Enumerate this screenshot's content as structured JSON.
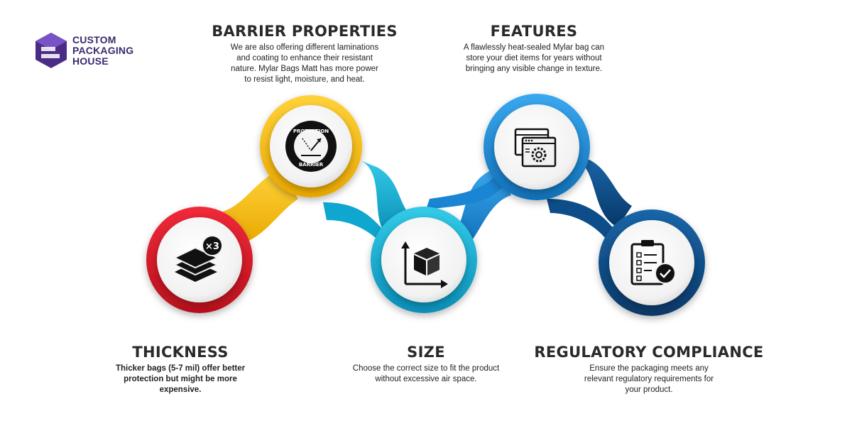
{
  "logo": {
    "lines": [
      "CUSTOM",
      "PACKAGING",
      "HOUSE"
    ]
  },
  "steps": [
    {
      "title": "THICKNESS",
      "desc_lines": [
        "Thicker bags (5-7 mil) offer better",
        "protection but might be more",
        "expensive."
      ],
      "icon_badge": "×3",
      "color": "#e0212e",
      "icon": "stacked-layers-icon"
    },
    {
      "title": "BARRIER PROPERTIES",
      "desc_lines": [
        "We are also offering different laminations",
        "and coating to enhance their resistant",
        "nature. Mylar Bags Matt has more power",
        "to resist light, moisture, and heat."
      ],
      "icon_badge_top": "PROTECTION",
      "icon_badge_bottom": "BARRIER",
      "color": "#f6c21a",
      "icon": "protection-barrier-icon"
    },
    {
      "title": "SIZE",
      "desc_lines": [
        "Choose the correct size to fit the product",
        "without excessive air space."
      ],
      "color": "#16b3d8",
      "icon": "box-dimensions-icon"
    },
    {
      "title": "FEATURES",
      "desc_lines": [
        "A flawlessly heat-sealed Mylar bag can",
        "store your diet items for years without",
        "bringing any visible change in texture."
      ],
      "color": "#1e8fd8",
      "icon": "settings-window-icon"
    },
    {
      "title": "REGULATORY COMPLIANCE",
      "desc_lines": [
        "Ensure the packaging meets any",
        "relevant regulatory requirements for",
        "your product."
      ],
      "color": "#0d4e8a",
      "icon": "checklist-clipboard-icon"
    }
  ]
}
